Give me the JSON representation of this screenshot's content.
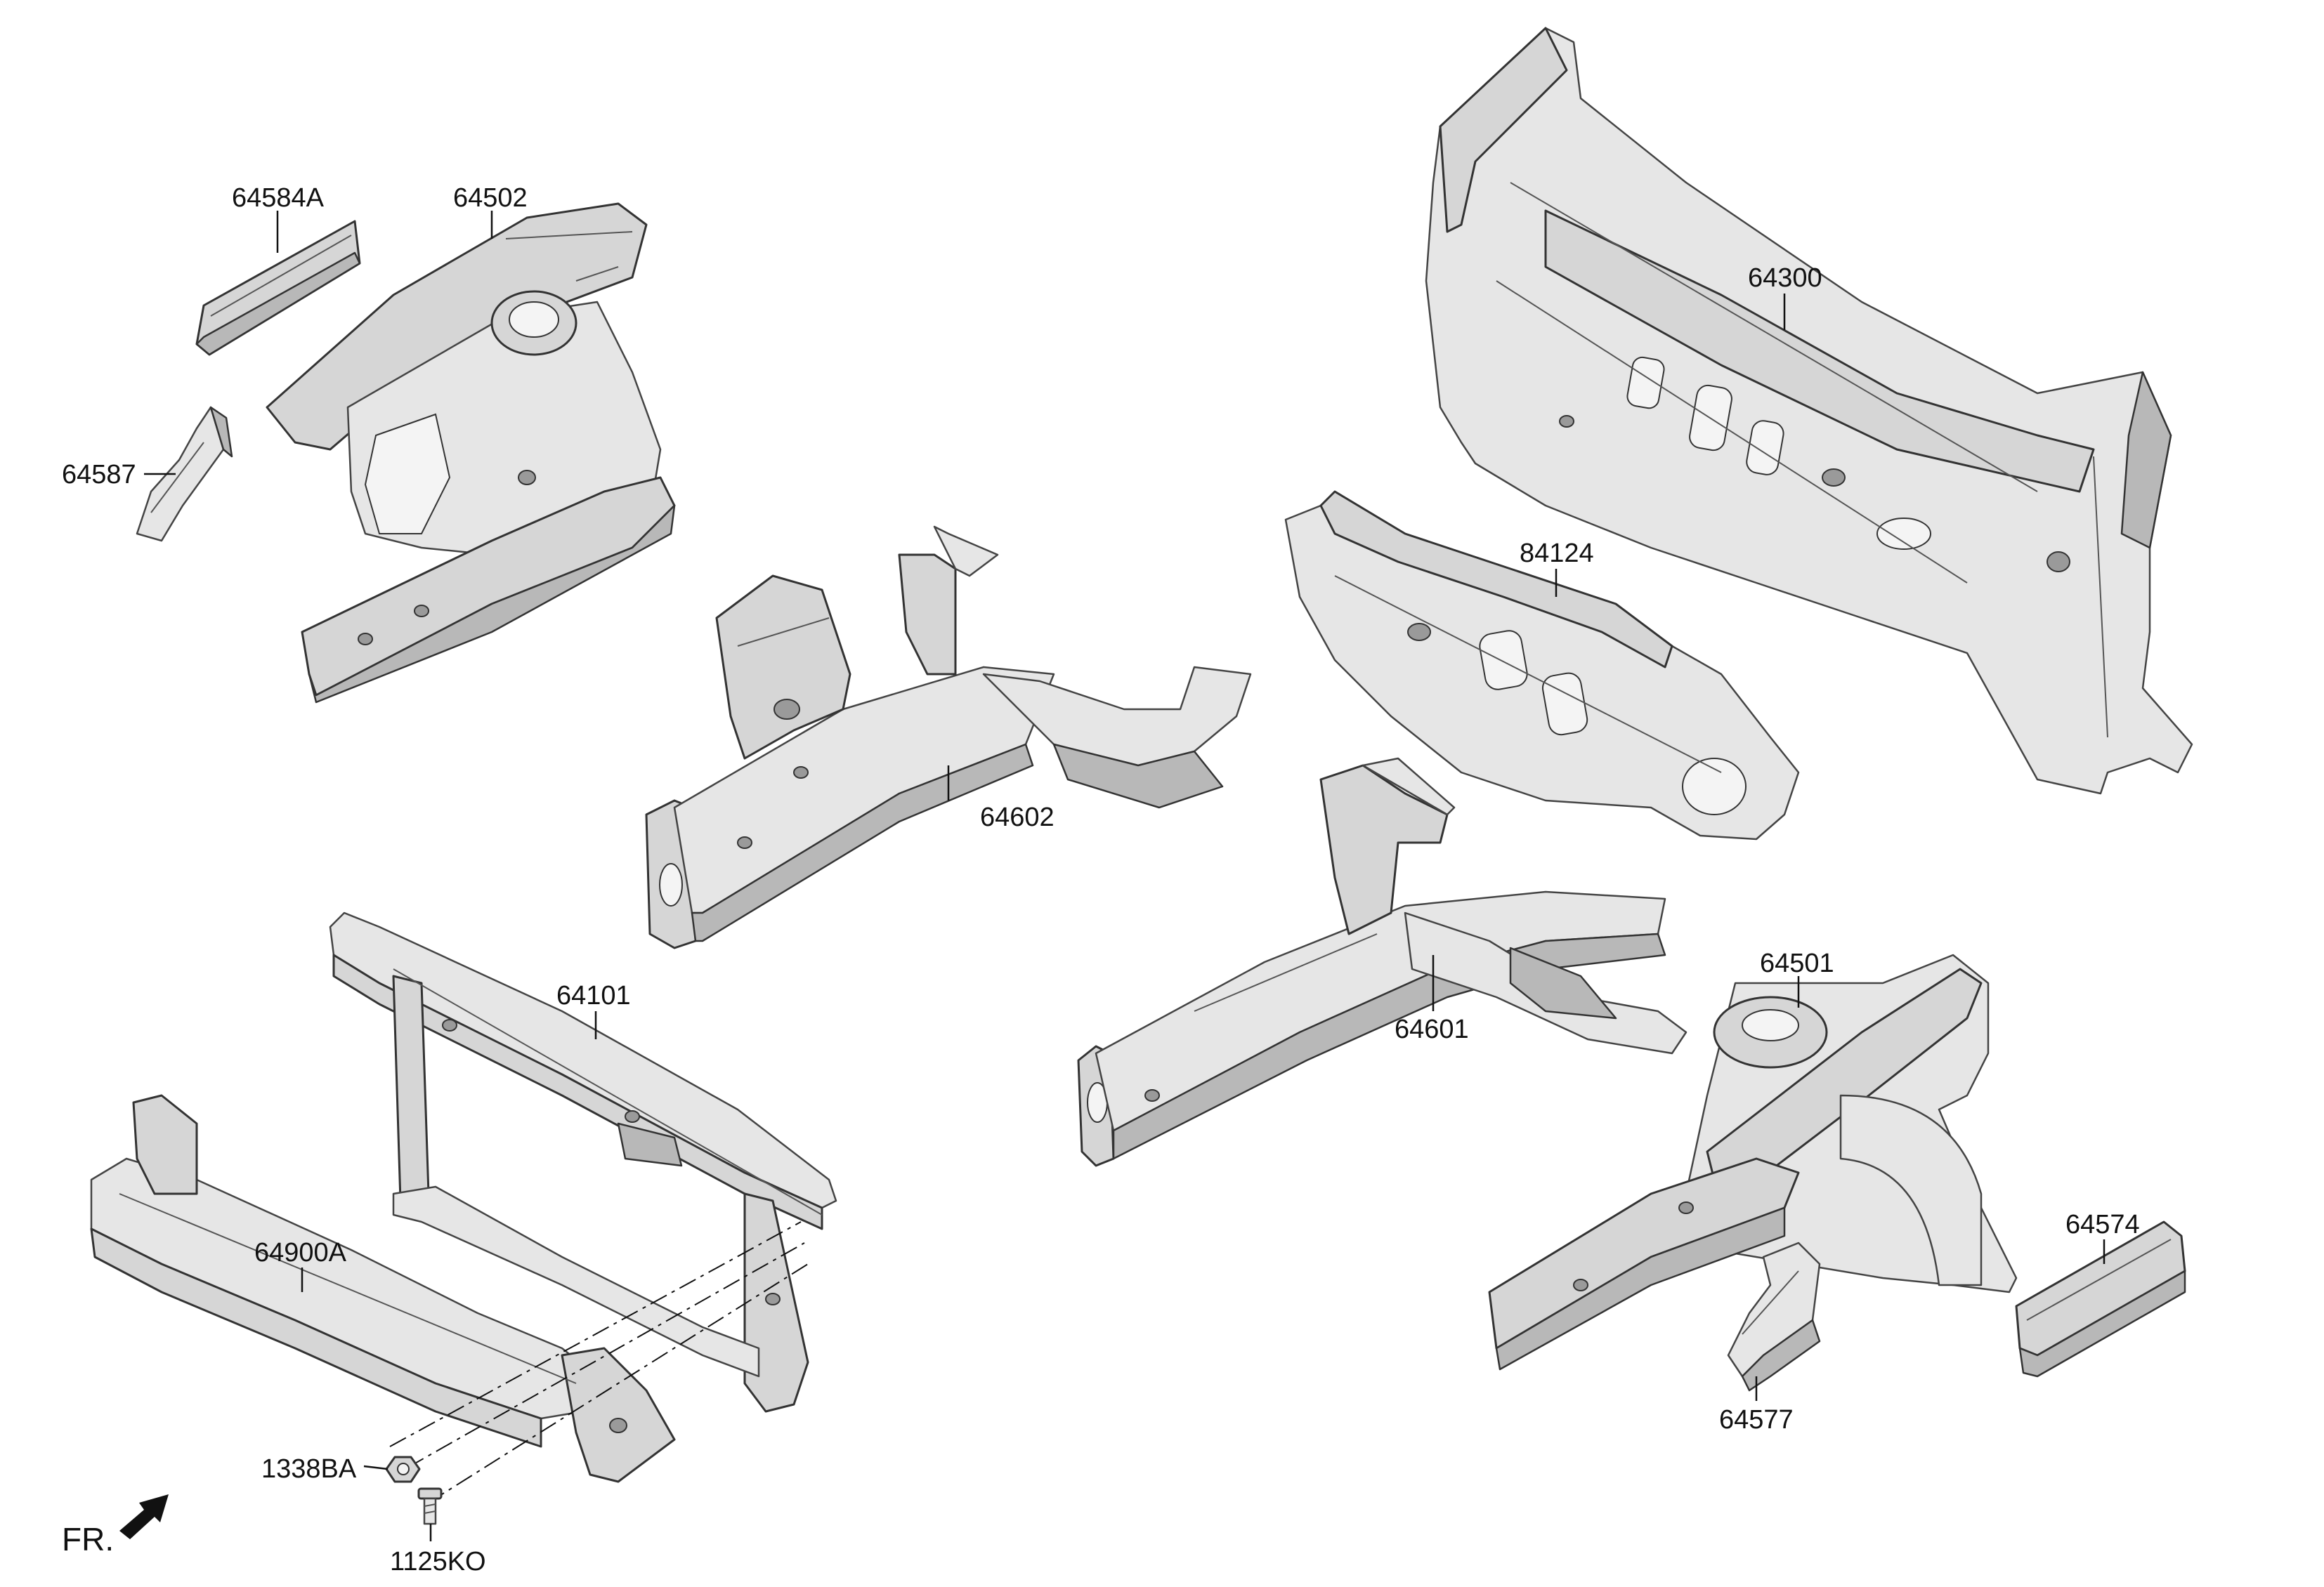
{
  "diagram": {
    "labels": {
      "p64584A": "64584A",
      "p64502": "64502",
      "p64587": "64587",
      "p64300": "64300",
      "p84124": "84124",
      "p64602": "64602",
      "p64101": "64101",
      "p64601": "64601",
      "p64501": "64501",
      "p64900A": "64900A",
      "p64574": "64574",
      "p64577": "64577",
      "p1338BA": "1338BA",
      "p1125KO": "1125KO"
    },
    "front_indicator": "FR.",
    "icons": {
      "front_arrow": "arrow-left-down-icon"
    },
    "colors": {
      "part_fill": "#d6d6d6",
      "part_outline": "#333333",
      "text": "#111111",
      "background": "#ffffff"
    }
  }
}
